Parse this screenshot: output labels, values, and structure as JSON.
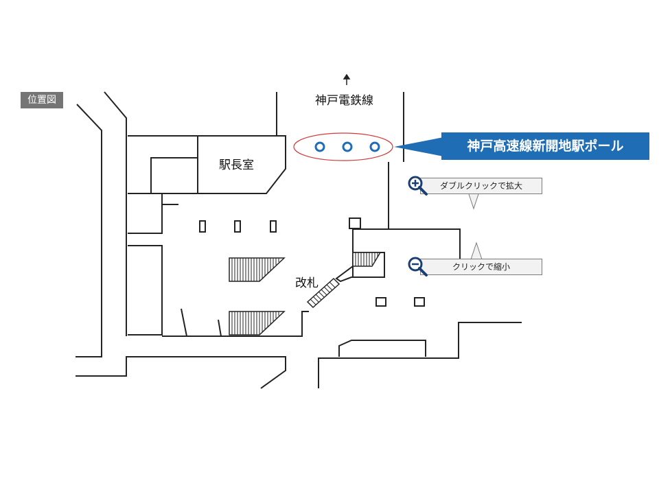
{
  "map": {
    "location_tag": "位置図",
    "north_arrow": "↑",
    "labels": {
      "kobe_railway": "神戸電鉄線",
      "station_master_room": "駅長室",
      "ticket_gate": "改札"
    },
    "pole_callout": {
      "text": "神戸高速線新開地駅ポール",
      "pole_count": 3
    },
    "zoom_controls": {
      "zoom_in_hint": "ダブルクリックで拡大",
      "zoom_out_hint": "クリックで縮小"
    },
    "colors": {
      "callout_bg": "#1f6db5",
      "pole_ring": "#1f6db5",
      "highlight_ellipse": "#d23a3a",
      "walls": "#222222",
      "tag_bg": "#757575"
    }
  }
}
